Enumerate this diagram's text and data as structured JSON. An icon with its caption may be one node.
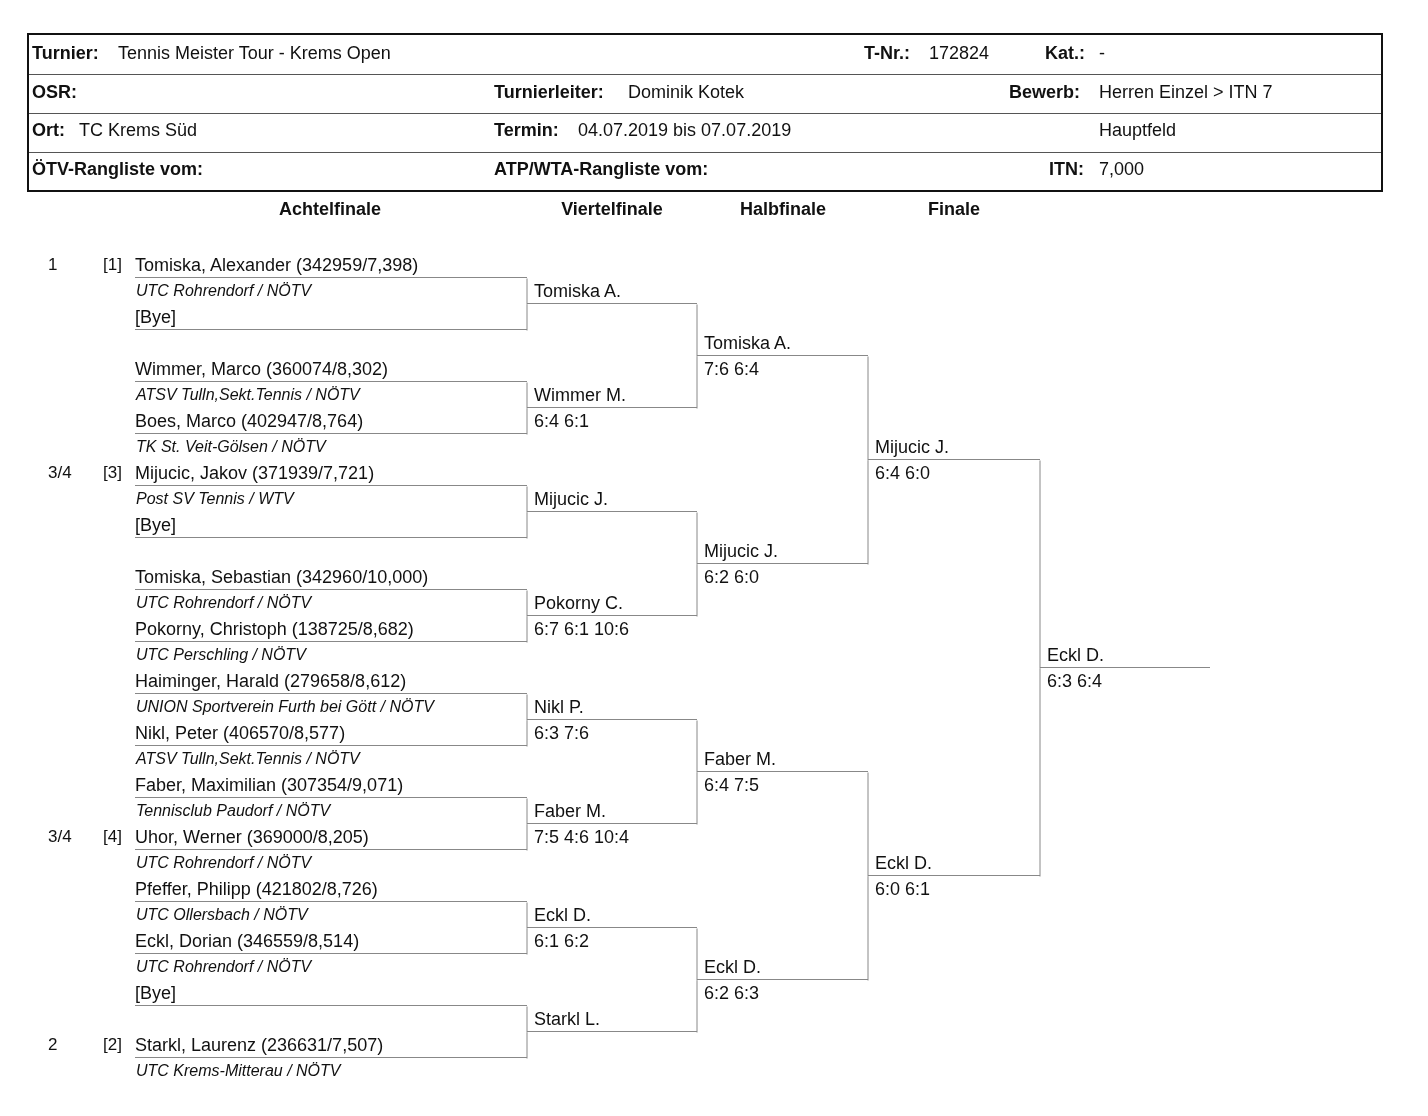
{
  "diagram": {
    "nodes": [
      {
        "text": [
          "Tomiska, Alexander (342959/7,398)",
          "UTC Rohrendorf / NÖTV"
        ],
        "beside": [
          "1",
          "[1]"
        ]
      },
      {
        "text": [
          "[Bye]"
        ]
      },
      {
        "text": [
          "Wimmer, Marco (360074/8,302)",
          "ATSV Tulln,Sekt.Tennis / NÖTV"
        ]
      },
      {
        "text": [
          "Boes, Marco (402947/8,764)",
          "TK St. Veit-Gölsen / NÖTV"
        ]
      },
      {
        "text": [
          "Mijucic, Jakov (371939/7,721)",
          "Post SV Tennis / WTV"
        ],
        "beside": [
          "3/4",
          "[3]"
        ]
      },
      {
        "text": [
          "[Bye]"
        ]
      },
      {
        "text": [
          "Tomiska, Sebastian (342960/10,000)",
          "UTC Rohrendorf / NÖTV"
        ]
      },
      {
        "text": [
          "Pokorny, Christoph (138725/8,682)",
          "UTC Perschling / NÖTV"
        ]
      },
      {
        "text": [
          "Haiminger, Harald (279658/8,612)",
          "UNION Sportverein Furth bei Gött / NÖTV"
        ]
      },
      {
        "text": [
          "Nikl, Peter (406570/8,577)",
          "ATSV Tulln,Sekt.Tennis / NÖTV"
        ]
      },
      {
        "text": [
          "Faber, Maximilian (307354/9,071)",
          "Tennisclub Paudorf / NÖTV"
        ]
      },
      {
        "text": [
          "Uhor, Werner (369000/8,205)",
          "UTC Rohrendorf / NÖTV"
        ],
        "beside": [
          "3/4",
          "[4]"
        ]
      },
      {
        "text": [
          "Pfeffer, Philipp (421802/8,726)",
          "UTC Ollersbach / NÖTV"
        ]
      },
      {
        "text": [
          "Eckl, Dorian (346559/8,514)",
          "UTC Rohrendorf / NÖTV"
        ]
      },
      {
        "text": [
          "[Bye]"
        ]
      },
      {
        "text": [
          "Starkl, Laurenz (236631/7,507)",
          "UTC Krems-Mitterau / NÖTV"
        ],
        "beside": [
          "2",
          "[2]"
        ]
      },
      {
        "text": [
          "Tomiska A."
        ]
      },
      {
        "text": [
          "Wimmer M.",
          "6:4 6:1"
        ]
      },
      {
        "text": [
          "Mijucic J."
        ]
      },
      {
        "text": [
          "Pokorny C.",
          "6:7 6:1 10:6"
        ]
      },
      {
        "text": [
          "Nikl P.",
          "6:3 7:6"
        ]
      },
      {
        "text": [
          "Faber M.",
          "7:5 4:6 10:4"
        ]
      },
      {
        "text": [
          "Eckl D.",
          "6:1 6:2"
        ]
      },
      {
        "text": [
          "Starkl L."
        ]
      },
      {
        "text": [
          "Tomiska A.",
          "7:6 6:4"
        ]
      },
      {
        "text": [
          "Mijucic J.",
          "6:2 6:0"
        ]
      },
      {
        "text": [
          "Faber M.",
          "6:4 7:5"
        ]
      },
      {
        "text": [
          "Eckl D.",
          "6:2 6:3"
        ]
      },
      {
        "text": [
          "Mijucic J.",
          "6:4 6:0"
        ]
      },
      {
        "text": [
          "Eckl D.",
          "6:0 6:1"
        ]
      },
      {
        "text": [
          "Eckl D.",
          "6:3 6:4"
        ]
      }
    ],
    "edges": [
      {
        "from": 0,
        "to": 16,
        "arrow": "none"
      },
      {
        "from": 1,
        "to": 16,
        "arrow": "none"
      },
      {
        "from": 2,
        "to": 17,
        "arrow": "none"
      },
      {
        "from": 3,
        "to": 17,
        "arrow": "none"
      },
      {
        "from": 4,
        "to": 18,
        "arrow": "none"
      },
      {
        "from": 5,
        "to": 18,
        "arrow": "none"
      },
      {
        "from": 6,
        "to": 19,
        "arrow": "none"
      },
      {
        "from": 7,
        "to": 19,
        "arrow": "none"
      },
      {
        "from": 8,
        "to": 20,
        "arrow": "none"
      },
      {
        "from": 9,
        "to": 20,
        "arrow": "none"
      },
      {
        "from": 10,
        "to": 21,
        "arrow": "none"
      },
      {
        "from": 11,
        "to": 21,
        "arrow": "none"
      },
      {
        "from": 12,
        "to": 22,
        "arrow": "none"
      },
      {
        "from": 13,
        "to": 22,
        "arrow": "none"
      },
      {
        "from": 14,
        "to": 23,
        "arrow": "none"
      },
      {
        "from": 15,
        "to": 23,
        "arrow": "none"
      },
      {
        "from": 16,
        "to": 24,
        "arrow": "none"
      },
      {
        "from": 17,
        "to": 24,
        "arrow": "none"
      },
      {
        "from": 18,
        "to": 25,
        "arrow": "none"
      },
      {
        "from": 19,
        "to": 25,
        "arrow": "none"
      },
      {
        "from": 20,
        "to": 26,
        "arrow": "none"
      },
      {
        "from": 21,
        "to": 26,
        "arrow": "none"
      },
      {
        "from": 22,
        "to": 27,
        "arrow": "none"
      },
      {
        "from": 23,
        "to": 27,
        "arrow": "none"
      },
      {
        "from": 24,
        "to": 28,
        "arrow": "none"
      },
      {
        "from": 25,
        "to": 28,
        "arrow": "none"
      },
      {
        "from": 26,
        "to": 29,
        "arrow": "none"
      },
      {
        "from": 27,
        "to": 29,
        "arrow": "none"
      },
      {
        "from": 28,
        "to": 30,
        "arrow": "none"
      },
      {
        "from": 29,
        "to": 30,
        "arrow": "none"
      }
    ],
    "labels": [
      "Turnier:",
      "Tennis Meister Tour - Krems Open",
      "T-Nr.:",
      "172824",
      "Kat.:",
      "-",
      "OSR:",
      "Turnierleiter:",
      "Dominik Kotek",
      "Bewerb:",
      "Herren Einzel > ITN 7",
      "Ort:",
      "TC Krems Süd",
      "Termin:",
      "04.07.2019 bis 07.07.2019",
      "Hauptfeld",
      "ÖTV-Rangliste vom:",
      "ATP/WTA-Rangliste vom:",
      "ITN:",
      "7,000",
      "Achtelfinale",
      "Viertelfinale",
      "Halbfinale",
      "Finale"
    ]
  }
}
